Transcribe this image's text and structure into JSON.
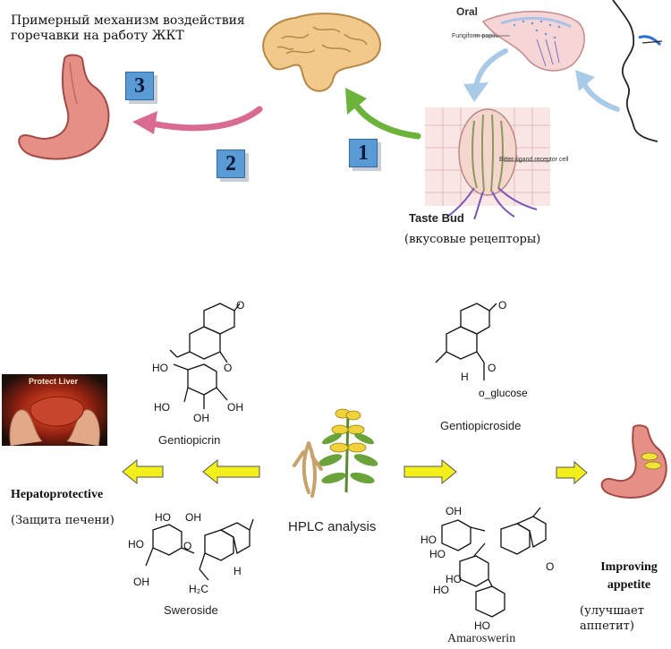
{
  "top": {
    "title_line1": "Примерный механизм воздействия",
    "title_line2": "горечавки на работу ЖКТ",
    "oral_label": "Oral",
    "fungiform_label": "Fungiform papillae",
    "receptor_label": "Bitter-ligand receptor cell",
    "taste_bud_label": "Taste Bud",
    "taste_bud_ru": "(вкусовые рецепторы)",
    "step1": "1",
    "step2": "2",
    "step3": "3"
  },
  "bottom": {
    "protect_liver_label": "Protect Liver",
    "hepato_label": "Hepatoprotective",
    "hepato_ru": "(Защита печени)",
    "improving_line1": "Improving",
    "improving_line2": "appetite",
    "improving_ru_line1": "(улучшает",
    "improving_ru_line2": "аппетит)",
    "hplc_label": "HPLC analysis",
    "compounds": {
      "gentiopicrin": "Gentiopicrin",
      "gentiopicroside": "Gentiopicroside",
      "sweroside": "Sweroside",
      "amaroswerin": "Amaroswerin",
      "glucose_label": "o_glucose"
    }
  },
  "colors": {
    "stomach": "#e58f86",
    "arrow_pink": "#d96b93",
    "arrow_green": "#6bb33a",
    "arrow_blue": "#aacbe8",
    "yellow_arrow": "#f3ef1a",
    "number_box": "#5b9bd5"
  }
}
